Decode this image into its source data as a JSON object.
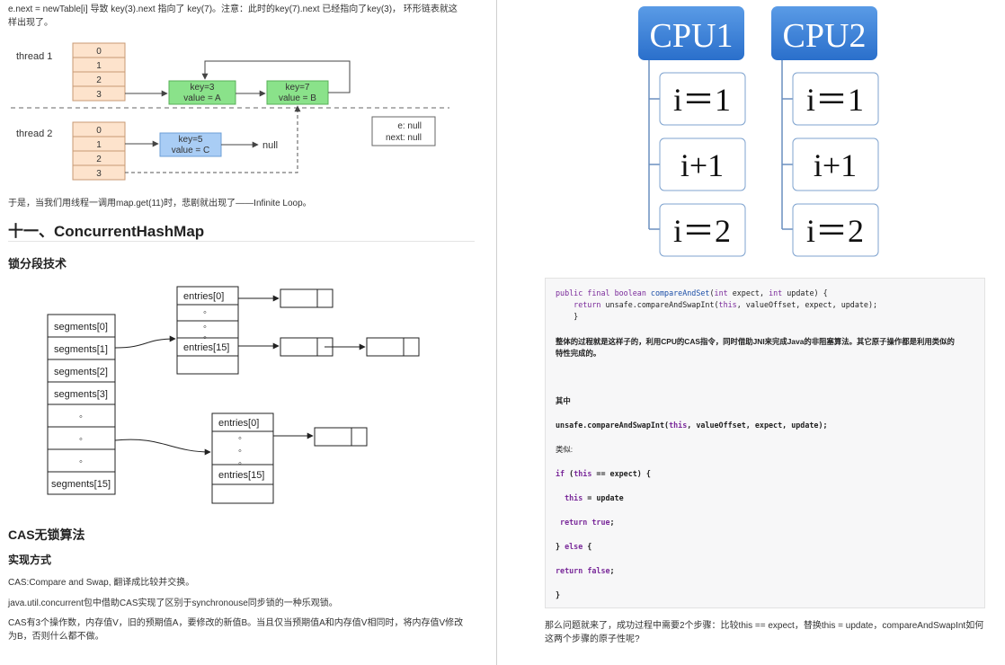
{
  "left": {
    "intro_line1": "e.next = newTable[i] 导致 key(3).next 指向了 key(7)。注意：此时的key(7).next 已经指向了key(3)， 环形链表就这",
    "intro_line2": "样出现了。",
    "diagram1": {
      "thread1_label": "thread 1",
      "thread2_label": "thread 2",
      "bucket_labels": [
        "0",
        "1",
        "2",
        "3"
      ],
      "node_k3": {
        "line1": "key=3",
        "line2": "value = A"
      },
      "node_k7": {
        "line1": "key=7",
        "line2": "value = B"
      },
      "node_k5": {
        "line1": "key=5",
        "line2": "value = C"
      },
      "null_label": "null",
      "legend_e": "e: null",
      "legend_next": "next: null"
    },
    "infinite_loop_text": "于是，当我们用线程一调用map.get(11)时，悲剧就出现了——Infinite Loop。",
    "section_heading": "十一、ConcurrentHashMap",
    "subheading_lock": "锁分段技术",
    "diagram2": {
      "segments": [
        "segments[0]",
        "segments[1]",
        "segments[2]",
        "segments[3]",
        "◦",
        "◦",
        "◦",
        "segments[15]"
      ],
      "entries_top": [
        "entries[0]",
        "◦",
        "◦",
        "◦entries[15]"
      ],
      "entries_bottom": [
        "entries[0]",
        "◦",
        "◦",
        "◦",
        "entries[15]"
      ],
      "entries_top_labels": [
        "entries[0]",
        "entries[15]"
      ],
      "entries_bottom_labels": [
        "entries[0]",
        "entries[15]"
      ],
      "dot": "◦"
    },
    "cas_heading": "CAS无锁算法",
    "impl_heading": "实现方式",
    "cas_p1": "CAS:Compare and Swap, 翻译成比较并交换。",
    "cas_p2": "java.util.concurrent包中借助CAS实现了区别于synchronouse同步锁的一种乐观锁。",
    "cas_p3_line1": "CAS有3个操作数，内存值V，旧的预期值A，要修改的新值B。当且仅当预期值A和内存值V相同时，将内存值V修改",
    "cas_p3_line2": "为B，否则什么都不做。"
  },
  "right": {
    "cpu1": "CPU1",
    "cpu2": "CPU2",
    "cpu_items": [
      "i＝1",
      "i+1",
      "i＝2"
    ],
    "code": {
      "sig_public": "public",
      "sig_final": "final",
      "sig_boolean": "boolean",
      "sig_name": "compareAndSet",
      "sig_int1": "int",
      "sig_expect": " expect, ",
      "sig_int2": "int",
      "sig_update": " update) {",
      "ret_kw": "return",
      "ret_call": " unsafe.compareAndSwapInt(",
      "ret_this": "this",
      "ret_args": ", valueOffset, expect, update);",
      "close1": "}",
      "prose1_line1": "整体的过程就是这样子的，利用CPU的CAS指令，同时借助JNI来完成Java的非阻塞算法。其它原子操作都是利用类似的",
      "prose1_line2": "特性完成的。",
      "prose2": "其中",
      "unsafe_call": "unsafe.compareAndSwapInt(",
      "unsafe_this": "this",
      "unsafe_rest": ", valueOffset, expect, update);",
      "similar": "类似:",
      "if_kw": "if",
      "if_paren": " (",
      "if_this": "this",
      "if_rest": " == expect) {",
      "this_kw": "this",
      "assign": " = update",
      "return_kw": "return",
      "true_kw": "true",
      "semi": ";",
      "else_open": "} ",
      "else_kw": "else",
      "else_brace": " {",
      "return2_kw": "return",
      "false_kw": "false",
      "close2": "}"
    },
    "closing_line1": "那么问题就来了，成功过程中需要2个步骤：比较this == expect，替换this = update，compareAndSwapInt如何",
    "closing_line2": "这两个步骤的原子性呢?"
  },
  "colors": {
    "bucket_fill": "#fde3cc",
    "green_node": "#8ae28a",
    "blue_node": "#a9cdf5",
    "cpu_top": "#5a9be6",
    "cpu_bottom": "#2a6fcb",
    "code_keyword": "#7a2a9a",
    "code_function": "#1c4fa8"
  }
}
